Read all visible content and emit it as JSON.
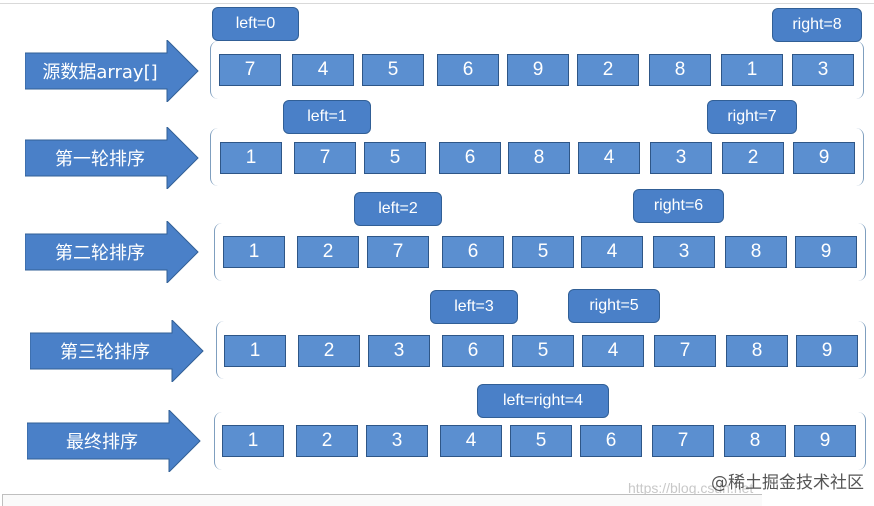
{
  "rows": [
    {
      "label": "源数据array[]",
      "values": [
        "7",
        "4",
        "5",
        "6",
        "9",
        "2",
        "8",
        "1",
        "3"
      ],
      "left_label": "left=0",
      "right_label": "right=8"
    },
    {
      "label": "第一轮排序",
      "values": [
        "1",
        "7",
        "5",
        "6",
        "8",
        "4",
        "3",
        "2",
        "9"
      ],
      "left_label": "left=1",
      "right_label": "right=7"
    },
    {
      "label": "第二轮排序",
      "values": [
        "1",
        "2",
        "7",
        "6",
        "5",
        "4",
        "3",
        "8",
        "9"
      ],
      "left_label": "left=2",
      "right_label": "right=6"
    },
    {
      "label": "第三轮排序",
      "values": [
        "1",
        "2",
        "3",
        "6",
        "5",
        "4",
        "7",
        "8",
        "9"
      ],
      "left_label": "left=3",
      "right_label": "right=5"
    },
    {
      "label": "最终排序",
      "values": [
        "1",
        "2",
        "3",
        "4",
        "5",
        "6",
        "7",
        "8",
        "9"
      ],
      "left_label": "left=right=4",
      "right_label": ""
    }
  ],
  "watermark": "@稀土掘金技术社区",
  "watermark_faint": "https://blog.csdn.net",
  "colors": {
    "cell_fill": "#5b8fd0",
    "cell_border": "#2e5687",
    "arrow_fill": "#4a80c8"
  }
}
